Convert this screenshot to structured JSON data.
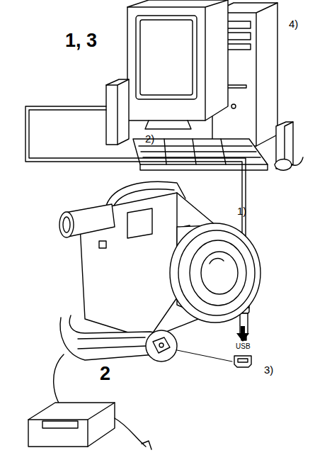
{
  "diagram": {
    "labels": [
      "4)",
      "1, 3",
      "2)",
      "1)",
      "USB",
      "2",
      "3)"
    ]
  }
}
